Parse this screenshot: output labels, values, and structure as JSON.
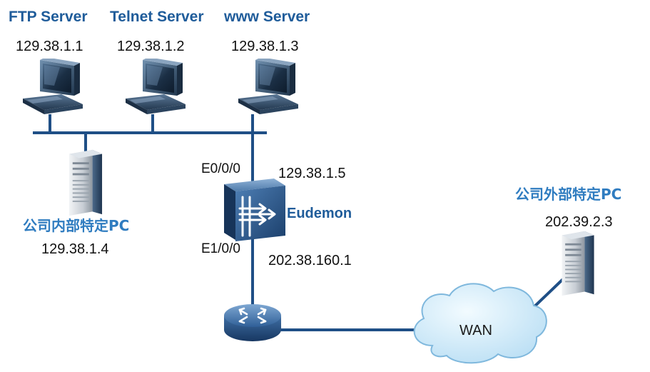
{
  "colors": {
    "link": "#1f4f86",
    "title": "#1f5c9a",
    "chinese_label": "#2f7cc0",
    "device_blue": "#2d5f97",
    "cloud_fill": "#c6e6f8",
    "cloud_stroke": "#7fb8dd"
  },
  "servers": [
    {
      "name": "FTP Server",
      "ip": "129.38.1.1",
      "icon": "desktop-computer-icon"
    },
    {
      "name": "Telnet Server",
      "ip": "129.38.1.2",
      "icon": "desktop-computer-icon"
    },
    {
      "name": "www Server",
      "ip": "129.38.1.3",
      "icon": "desktop-computer-icon"
    }
  ],
  "internal_pc": {
    "name": "公司内部特定PC",
    "ip": "129.38.1.4",
    "icon": "tower-server-icon"
  },
  "firewall": {
    "name": "Eudemon",
    "icon": "firewall-icon",
    "upper_interface": "E0/0/0",
    "upper_ip": "129.38.1.5",
    "lower_interface": "E1/0/0",
    "lower_ip": "202.38.160.1"
  },
  "router": {
    "icon": "router-icon"
  },
  "wan": {
    "label": "WAN",
    "icon": "cloud-icon"
  },
  "external_pc": {
    "name": "公司外部特定PC",
    "ip": "202.39.2.3",
    "icon": "tower-server-icon"
  }
}
